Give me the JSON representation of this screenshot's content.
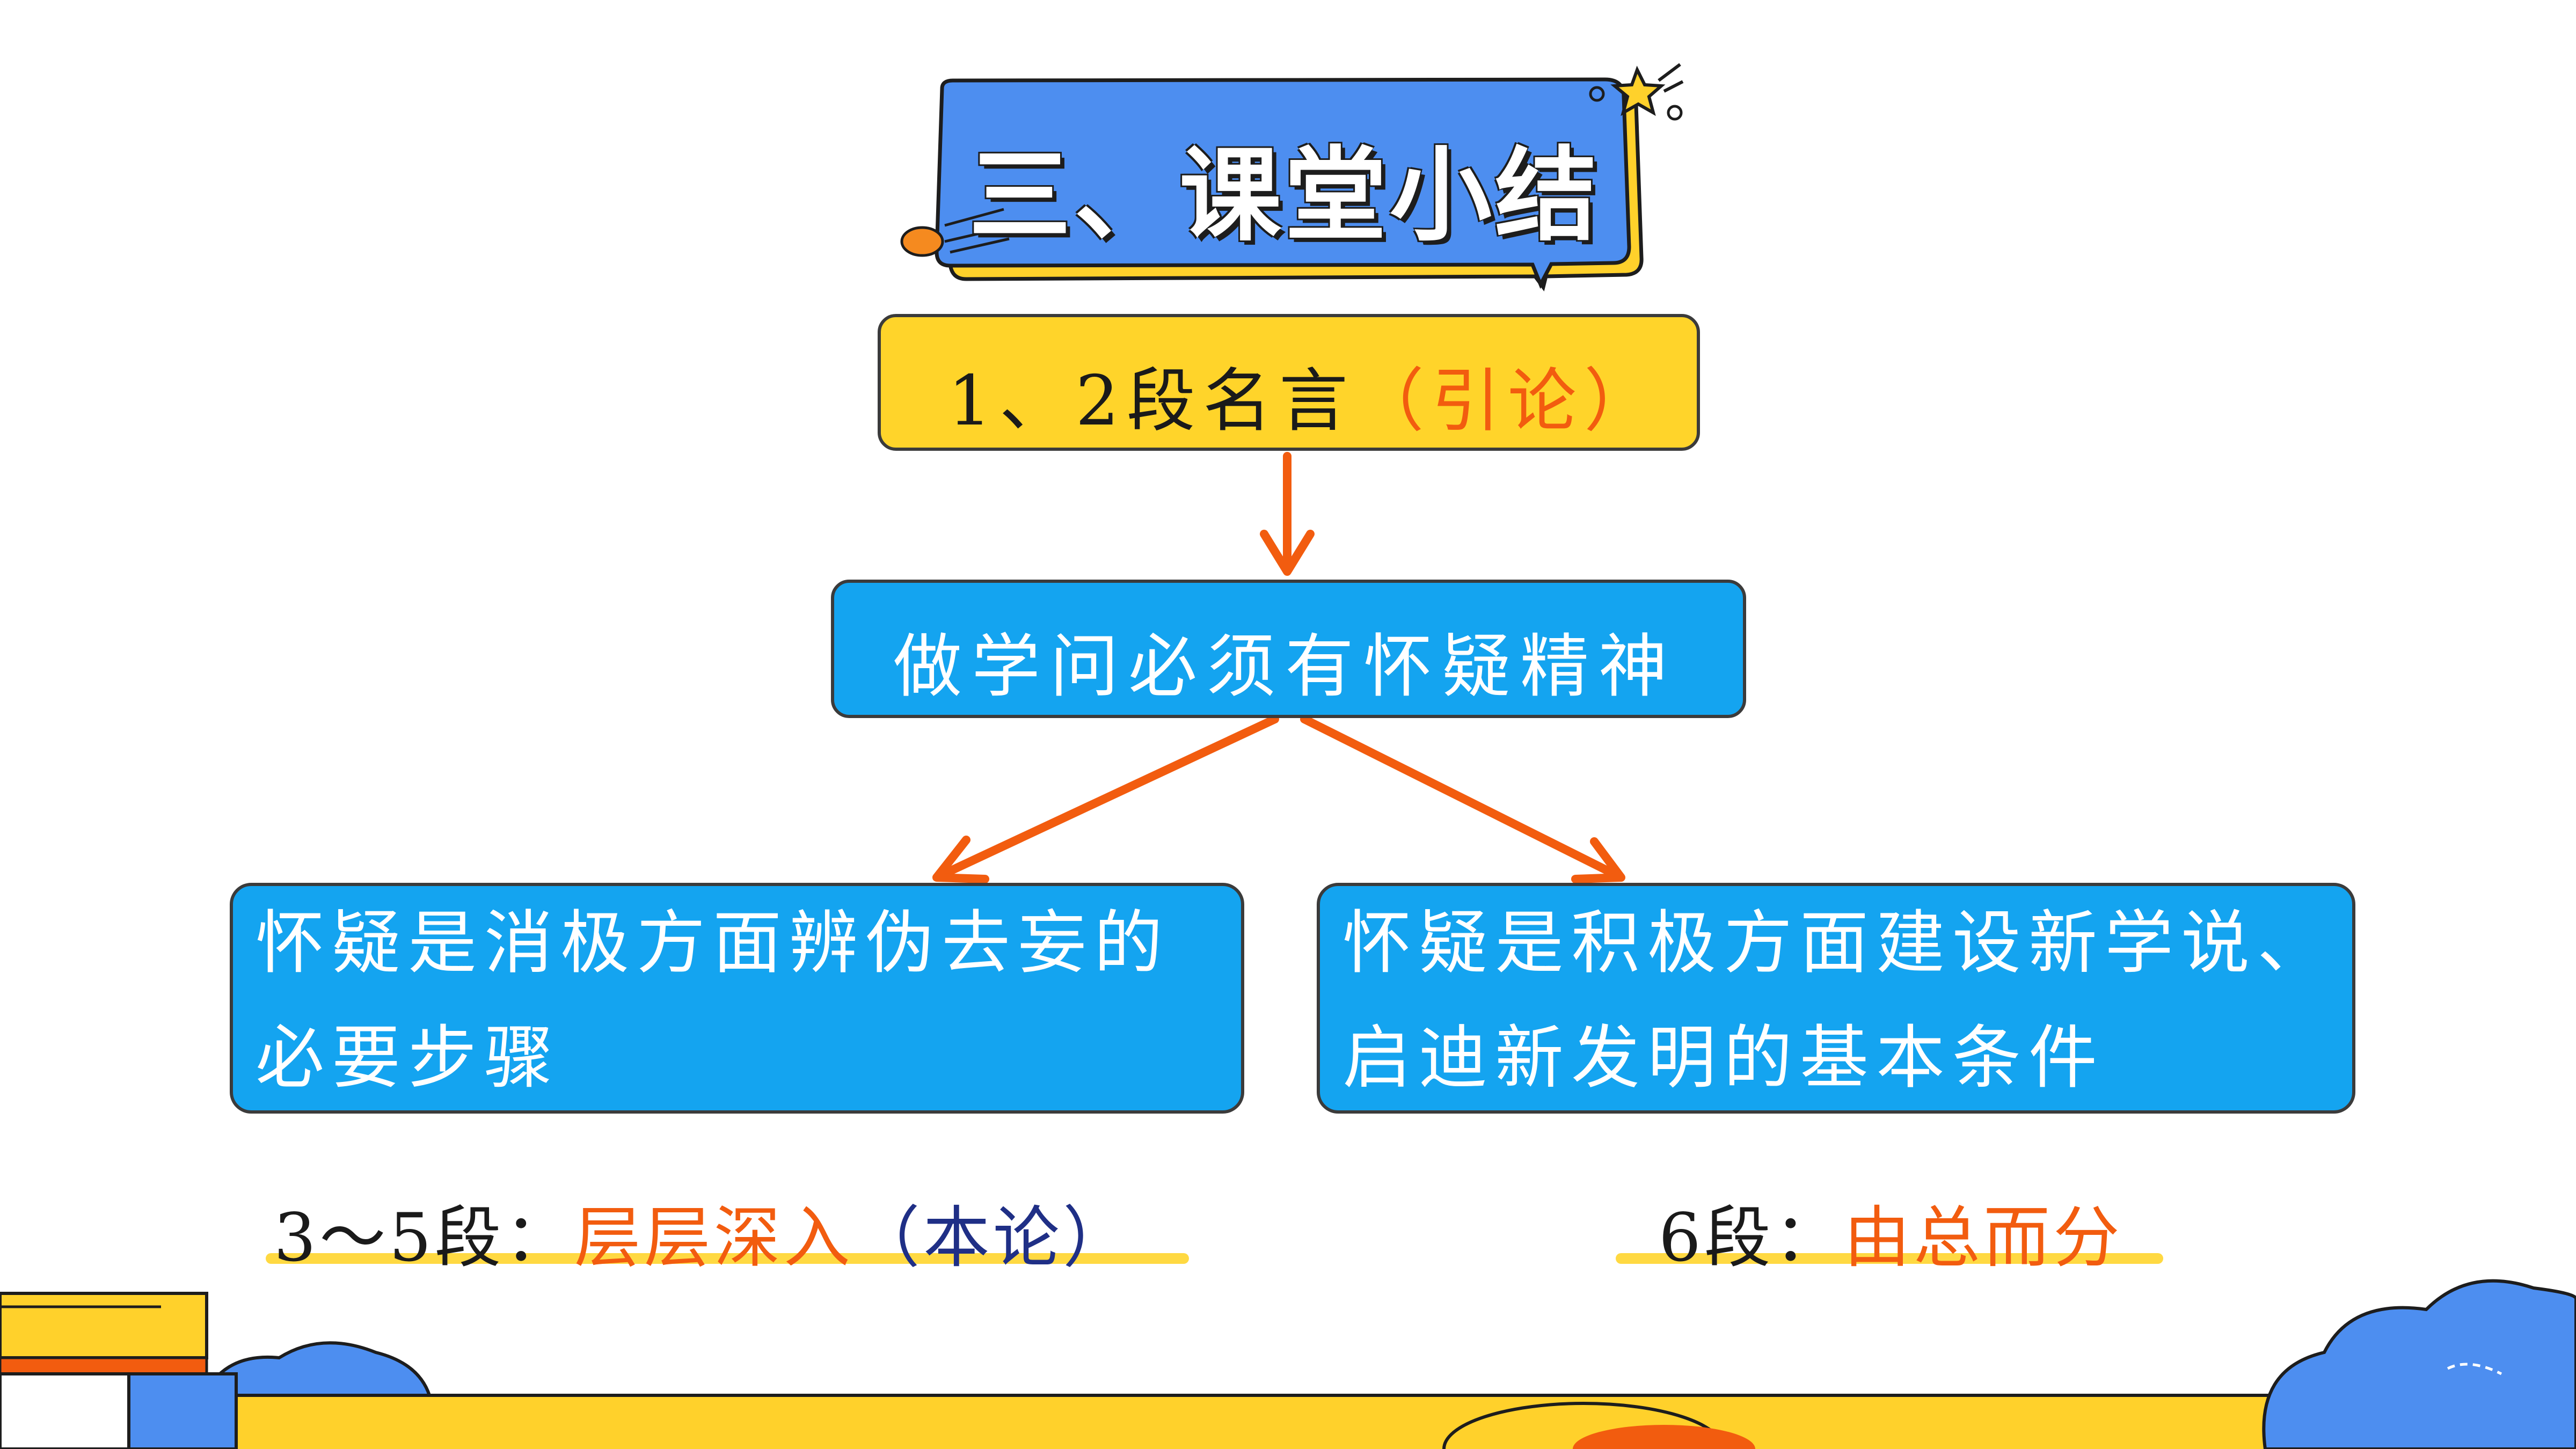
{
  "title": "三、课堂小结",
  "node_intro": {
    "prefix": "1、2段名言",
    "highlight": "（引论）"
  },
  "node_thesis": "做学问必须有怀疑精神",
  "node_left": "怀疑是消极方面辨伪去妄的必要步骤",
  "node_right": "怀疑是积极方面建设新学说、启迪新发明的基本条件",
  "label_left": {
    "prefix": "3～5段：",
    "highlight": "层层深入",
    "suffix": "（本论）"
  },
  "label_right": {
    "prefix": "6段：",
    "highlight": "由总而分"
  },
  "colors": {
    "title_bubble": "#4d8ef0",
    "title_bubble_shadow": "#ffd12b",
    "intro_box": "#ffd42a",
    "node_box": "#14a4f0",
    "arrow": "#f25c0f",
    "highlight_orange": "#f25c0f",
    "highlight_navy": "#1f2f86",
    "underline": "#ffd942"
  },
  "icons": [
    "star-icon",
    "comet-icon",
    "books-stack-icon",
    "cloud-icon"
  ]
}
